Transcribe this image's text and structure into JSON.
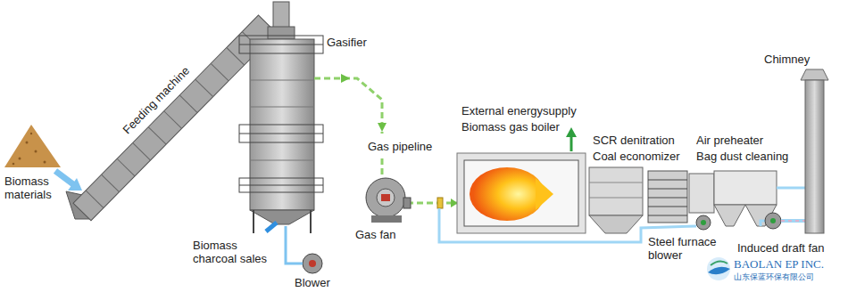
{
  "diagram": {
    "labels": [
      "Biomass materials",
      "Feeding machine",
      "Gasifier",
      "Gas pipeline",
      "Gas fan",
      "External energysupply",
      "Biomass gas boiler",
      "SCR denitration",
      "Coal economizer",
      "Air preheater",
      "Bag dust cleaning",
      "Chimney",
      "Biomass charcoal sales",
      "Blower",
      "Steel furnace blower",
      "Induced draft fan",
      "BAOLAN EP INC.",
      "山东保蓝环保有限公司"
    ]
  }
}
